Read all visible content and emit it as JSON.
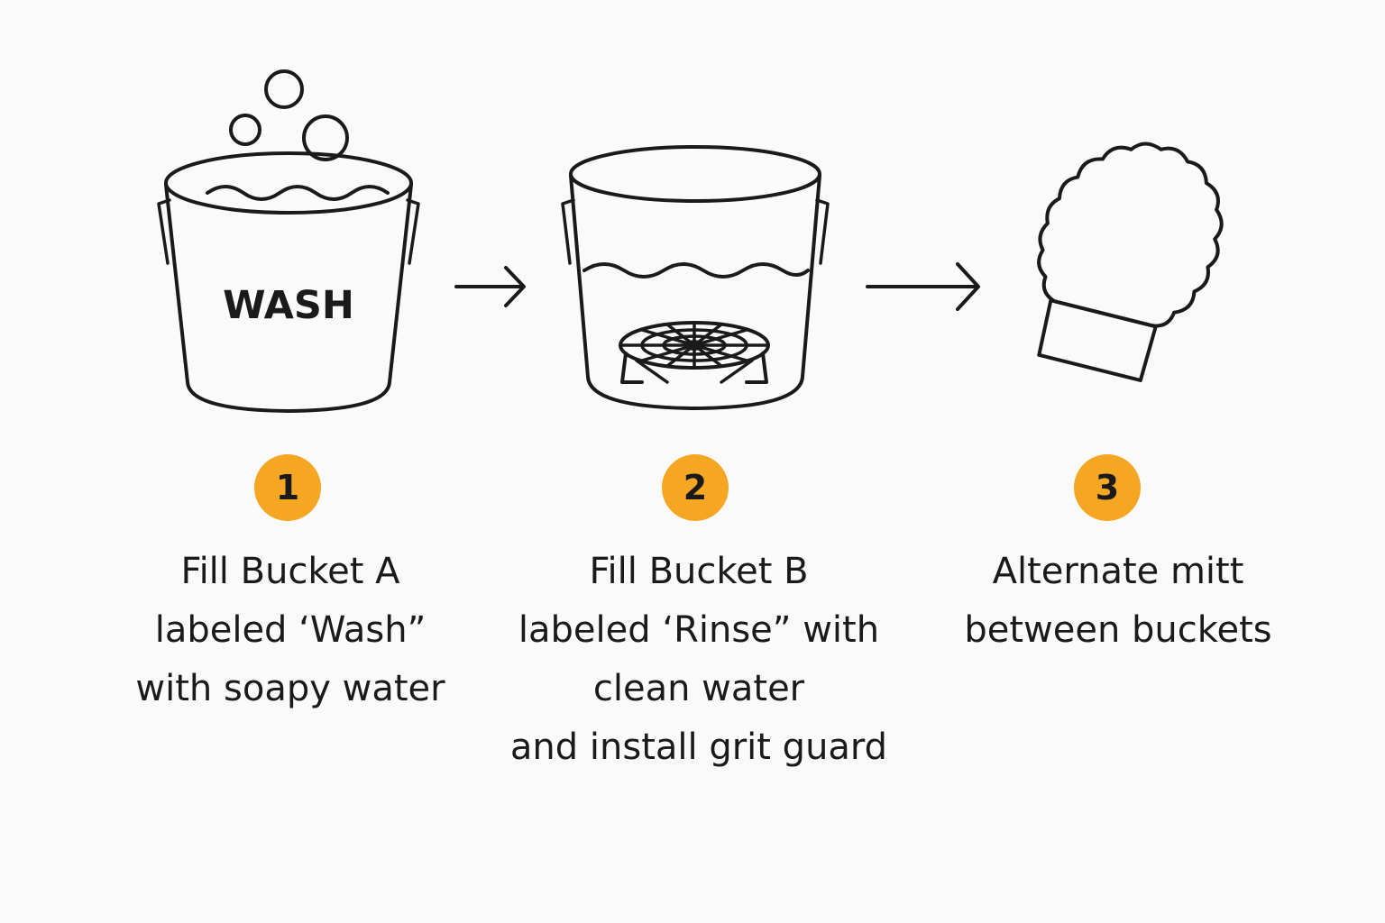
{
  "accent_color": "#f5a623",
  "steps": [
    {
      "number": "1",
      "icon": "wash-bucket-icon",
      "bucket_label": "WASH",
      "caption_lines": [
        "Fill Bucket A",
        "labeled ‘Wash”",
        "with soapy water"
      ]
    },
    {
      "number": "2",
      "icon": "rinse-bucket-with-grit-guard-icon",
      "caption_lines": [
        "Fill Bucket B",
        "labeled ‘Rinse” with",
        "clean water",
        "and install grit guard"
      ]
    },
    {
      "number": "3",
      "icon": "wash-mitt-icon",
      "caption_lines": [
        "Alternate mitt",
        "between buckets"
      ]
    }
  ],
  "connectors": [
    "arrow-right-icon",
    "arrow-right-icon"
  ]
}
